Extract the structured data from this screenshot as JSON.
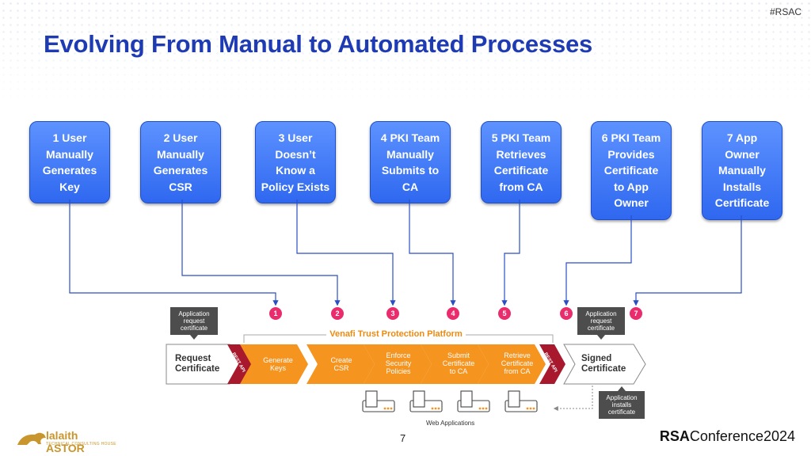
{
  "slide": {
    "hashtag": "#RSAC",
    "title": "Evolving From Manual to Automated Processes",
    "page_number": "7"
  },
  "steps": [
    {
      "label": "1 User\nManually\nGenerates\nKey"
    },
    {
      "label": "2 User\nManually\nGenerates\nCSR"
    },
    {
      "label": "3 User\nDoesn’t\nKnow a\nPolicy Exists"
    },
    {
      "label": "4 PKI Team\nManually\nSubmits to\nCA"
    },
    {
      "label": "5 PKI Team\nRetrieves\nCertificate\nfrom CA"
    },
    {
      "label": "6 PKI Team\nProvides\nCertificate\nto App\nOwner"
    },
    {
      "label": "7 App\nOwner\nManually\nInstalls\nCertificate"
    }
  ],
  "markers": [
    "1",
    "2",
    "3",
    "4",
    "5",
    "6",
    "7"
  ],
  "diagram": {
    "platform_label": "Venafi Trust Protection Platform",
    "callout_request": "Application\nrequest\ncertificate",
    "callout_signed": "Application\nrequest\ncertificate",
    "callout_installs": "Application\ninstalls\ncertificate",
    "request_certificate": "Request\nCertificate",
    "signed_certificate": "Signed\nCertificate",
    "rest_api_left": "REST API",
    "rest_api_right": "REST API",
    "flow_steps": [
      {
        "label": "Generate\nKeys"
      },
      {
        "label": "Create\nCSR"
      },
      {
        "label": "Enforce\nSecurity\nPolicies"
      },
      {
        "label": "Submit\nCertificate\nto CA"
      },
      {
        "label": "Retrieve\nCertificate\nfrom CA"
      }
    ],
    "web_applications_label": "Web Applications"
  },
  "footer": {
    "left_logo_brand": "lalaith ASTOR",
    "left_logo_tagline": "TECHNICAL CONSULTING HOUSE",
    "rsa_bold": "RSA",
    "rsa_rest": "Conference",
    "rsa_year": "2024"
  },
  "colors": {
    "title_blue": "#1f3bb3",
    "box_blue": "#2f68f0",
    "wire_blue": "#2a4fc4",
    "marker_pink": "#ea2c6d",
    "flow_orange": "#f5941f",
    "rest_red": "#a8192e",
    "callout_gray": "#4d4d4d"
  }
}
